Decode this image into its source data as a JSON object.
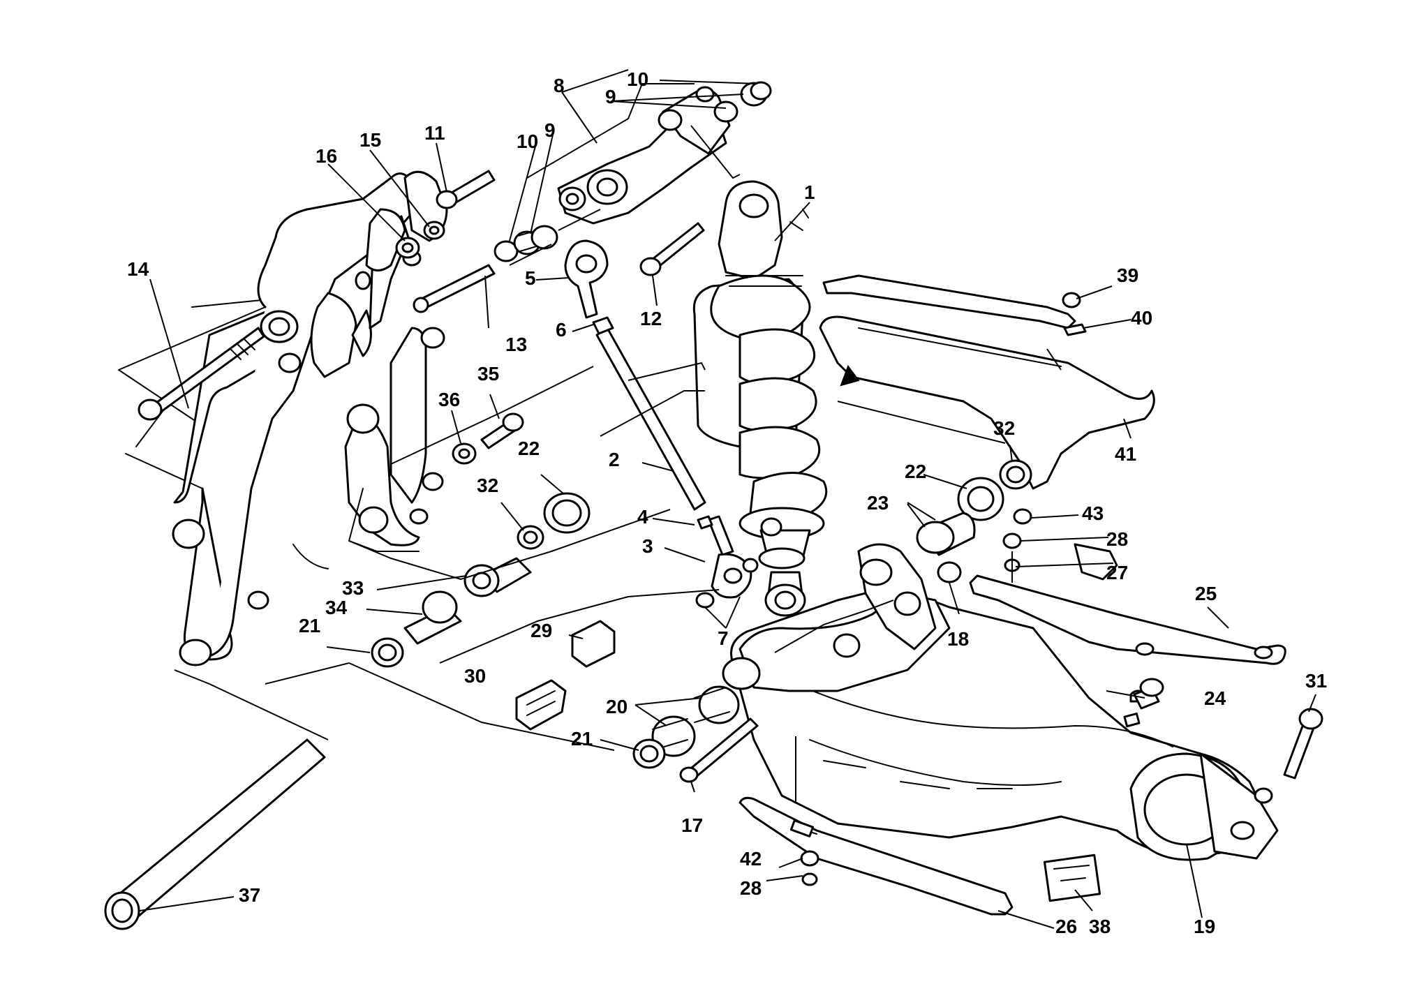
{
  "diagram": {
    "callouts": [
      "1",
      "2",
      "3",
      "4",
      "5",
      "6",
      "7",
      "8",
      "9",
      "9",
      "10",
      "10",
      "11",
      "12",
      "13",
      "14",
      "15",
      "16",
      "17",
      "18",
      "19",
      "20",
      "21",
      "21",
      "22",
      "22",
      "23",
      "24",
      "25",
      "26",
      "27",
      "28",
      "28",
      "29",
      "30",
      "31",
      "32",
      "32",
      "33",
      "34",
      "35",
      "36",
      "37",
      "38",
      "39",
      "40",
      "41",
      "42",
      "43"
    ]
  },
  "colors": {
    "line": "#000000",
    "background": "#ffffff"
  }
}
